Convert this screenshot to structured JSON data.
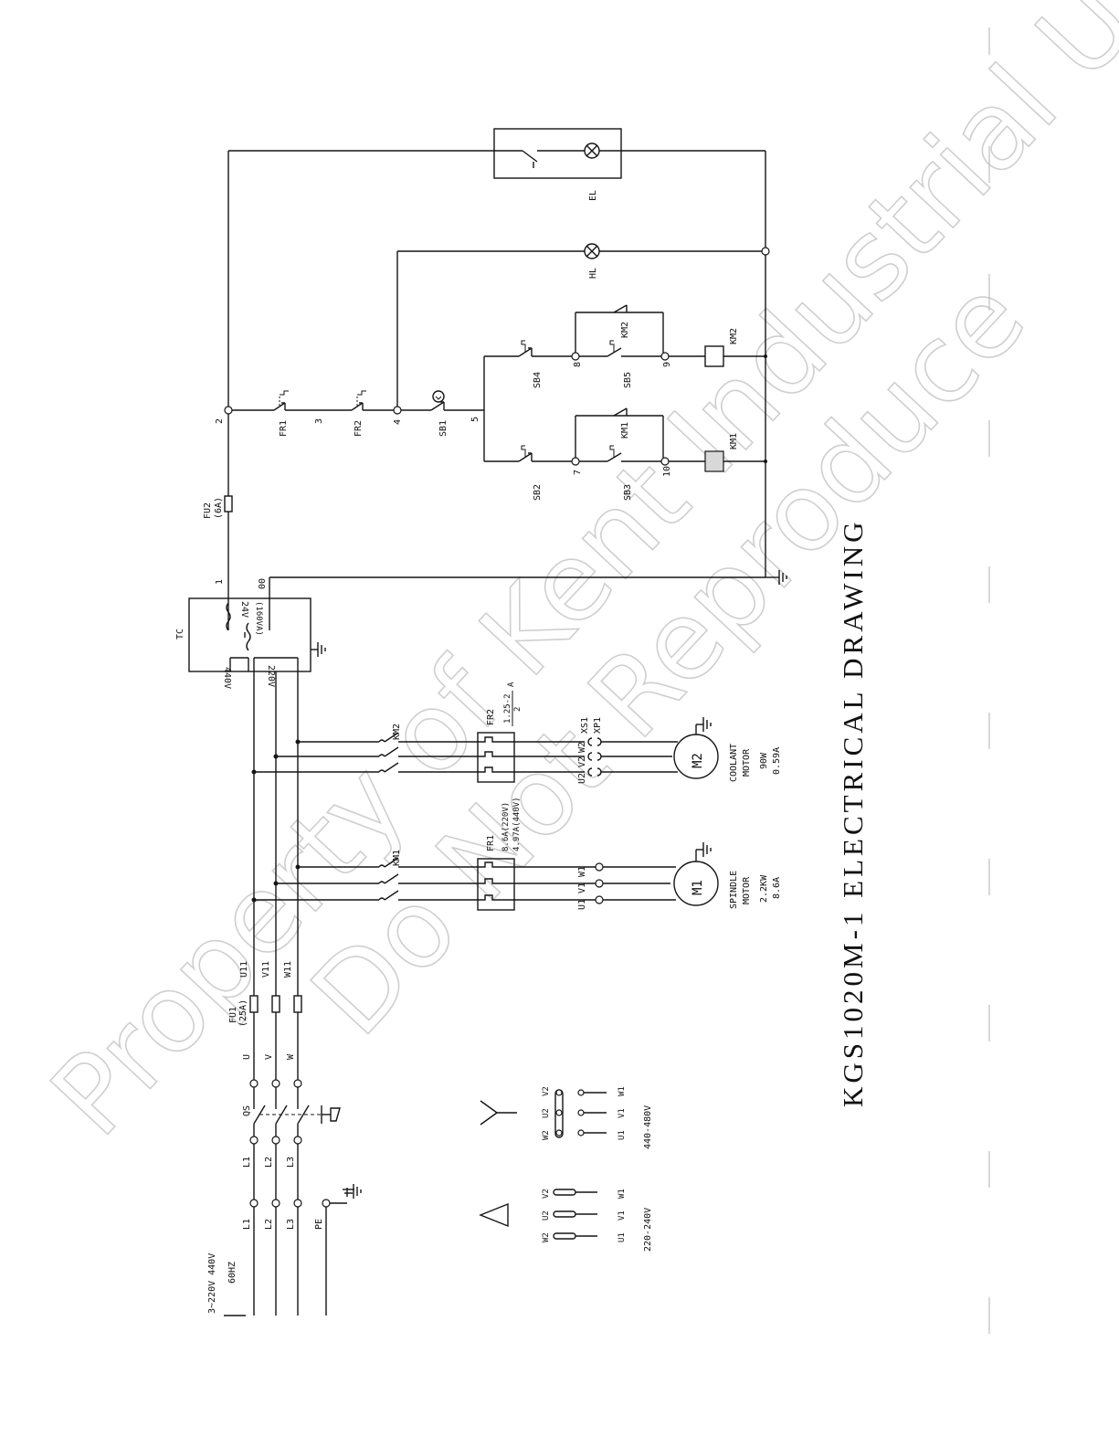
{
  "title": "KGS1020M-1  ELECTRICAL  DRAWING",
  "watermark": [
    "Property of Kent Industrial USA",
    "Do Not Reproduce"
  ],
  "supply": {
    "voltage": "3~220V 440V",
    "frequency": "60HZ",
    "lines": [
      "L1",
      "L2",
      "L3",
      "PE"
    ],
    "switch_lines": [
      "L1",
      "L2",
      "L3"
    ],
    "switch": "QS",
    "outputs": [
      "U",
      "V",
      "W"
    ]
  },
  "fuses": {
    "fu1": "FU1",
    "fu1_rating": "(25A)",
    "fu2": "FU2",
    "fu2_rating": "(6A)"
  },
  "phases": [
    "U11",
    "V11",
    "W11"
  ],
  "transformer": {
    "name": "TC",
    "prim_440": "440V",
    "prim_220": "220V",
    "sec": "24V",
    "sec_va": "(160VA)"
  },
  "contactors": {
    "km1": "KM1",
    "km2": "KM2"
  },
  "overloads": {
    "fr1": "FR1",
    "fr1_r1": "8.6A(220V)",
    "fr1_r2": "4.97A(440V)",
    "fr2": "FR2",
    "fr2_num": "1.25-2",
    "fr2_den": "2",
    "fr2_unit": "A"
  },
  "motor_terminals": {
    "m1": [
      "U1",
      "V1",
      "W1"
    ],
    "m2": [
      "U2",
      "V2",
      "W2"
    ],
    "plug": [
      "XS1",
      "XP1"
    ]
  },
  "motors": {
    "m1": {
      "id": "M1",
      "name1": "SPINDLE",
      "name2": "MOTOR",
      "power": "2.2KW",
      "current": "8.6A"
    },
    "m2": {
      "id": "M2",
      "name1": "COOLANT",
      "name2": "MOTOR",
      "power": "90W",
      "current": "0.59A"
    }
  },
  "control": {
    "nodes": [
      "1",
      "00",
      "2",
      "3",
      "4",
      "5",
      "7",
      "10",
      "8",
      "9"
    ],
    "fr1": "FR1",
    "fr2": "FR2",
    "sb1": "SB1",
    "sb2": "SB2",
    "sb3": "SB3",
    "sb4": "SB4",
    "sb5": "SB5",
    "km1_aux": "KM1",
    "km2_aux": "KM2",
    "km1_coil": "KM1",
    "km2_coil": "KM2",
    "hl": "HL",
    "el": "EL"
  },
  "connections": {
    "delta_voltage": "220-240V",
    "wye_voltage": "440-480V",
    "top_row": [
      "W2",
      "U2",
      "V2"
    ],
    "bottom_row": [
      "U1",
      "V1",
      "W1"
    ]
  }
}
